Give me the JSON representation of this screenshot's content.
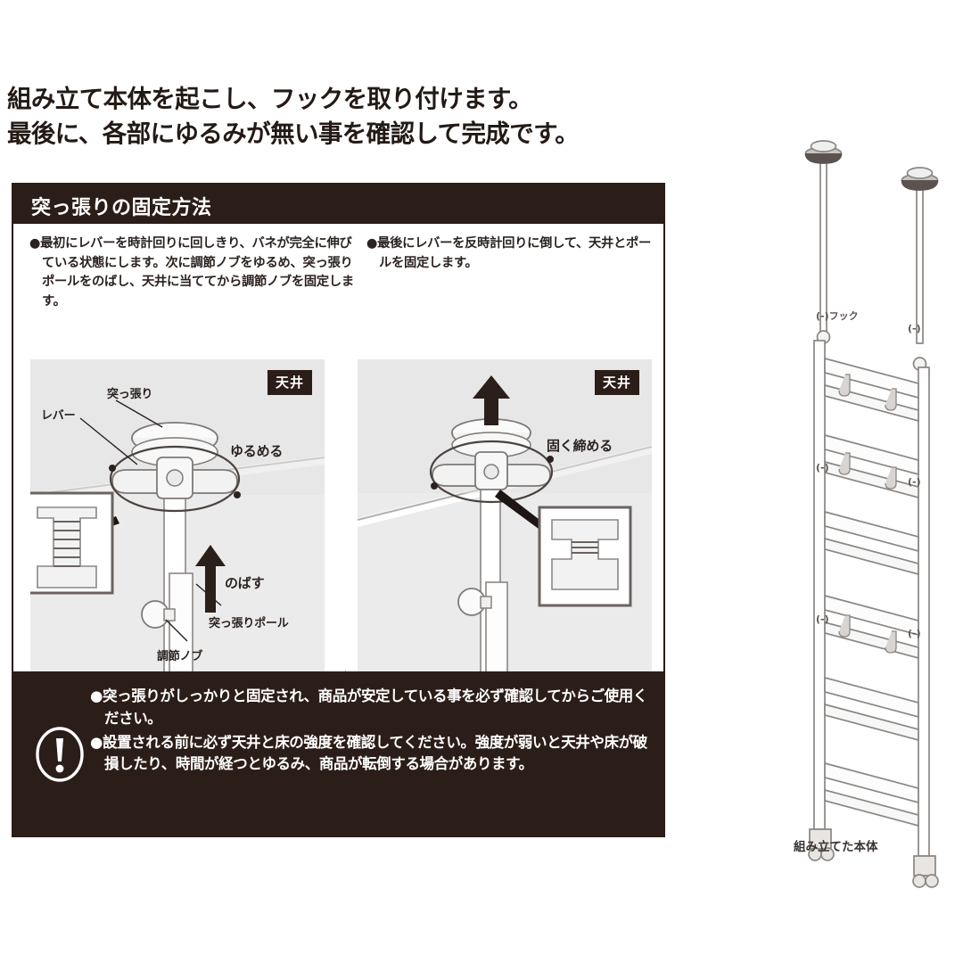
{
  "headline": "組み立て本体を起こし、フックを取り付けます。\n最後に、各部にゆるみが無い事を確認して完成です。",
  "box": {
    "header_title": "突っ張りの固定方法",
    "columns": {
      "left": "●最初にレバーを時計回りに回しきり、バネが完全に伸びている状態にします。次に調節ノブをゆるめ、突っ張りポールをのばし、天井に当ててから調節ノブを固定します。",
      "right": "●最後にレバーを反時計回りに倒して、天井とポールを固定します。"
    },
    "diagram_left": {
      "ceiling_badge": "天井",
      "label_tsuppari": "突っ張り",
      "label_lever": "レバー",
      "label_loosen": "ゆるめる",
      "label_extend": "のばす",
      "label_pole": "突っ張りポール",
      "label_knob": "調節ノブ"
    },
    "diagram_right": {
      "ceiling_badge": "天井",
      "label_tighten": "固く締める"
    },
    "warning": {
      "icon": "exclamation-icon",
      "line1": "●突っ張りがしっかりと固定され、商品が安定している事を必ず確認してからご使用ください。",
      "line2": "●設置される前に必ず天井と床の強度を確認してください。強度が弱いと天井や床が破損したり、時間が経つとゆるみ、商品が転倒する場合があります。"
    }
  },
  "product": {
    "caption": "組み立てた本体",
    "hook_labels": [
      "(-)フック",
      "(-)",
      "(-)",
      "(-)",
      "(-)",
      "(-)"
    ]
  },
  "colors": {
    "dark": "#2b1d18",
    "panel_bg": "#ebebeb",
    "text": "#2c2320",
    "line": "#8b8783"
  }
}
